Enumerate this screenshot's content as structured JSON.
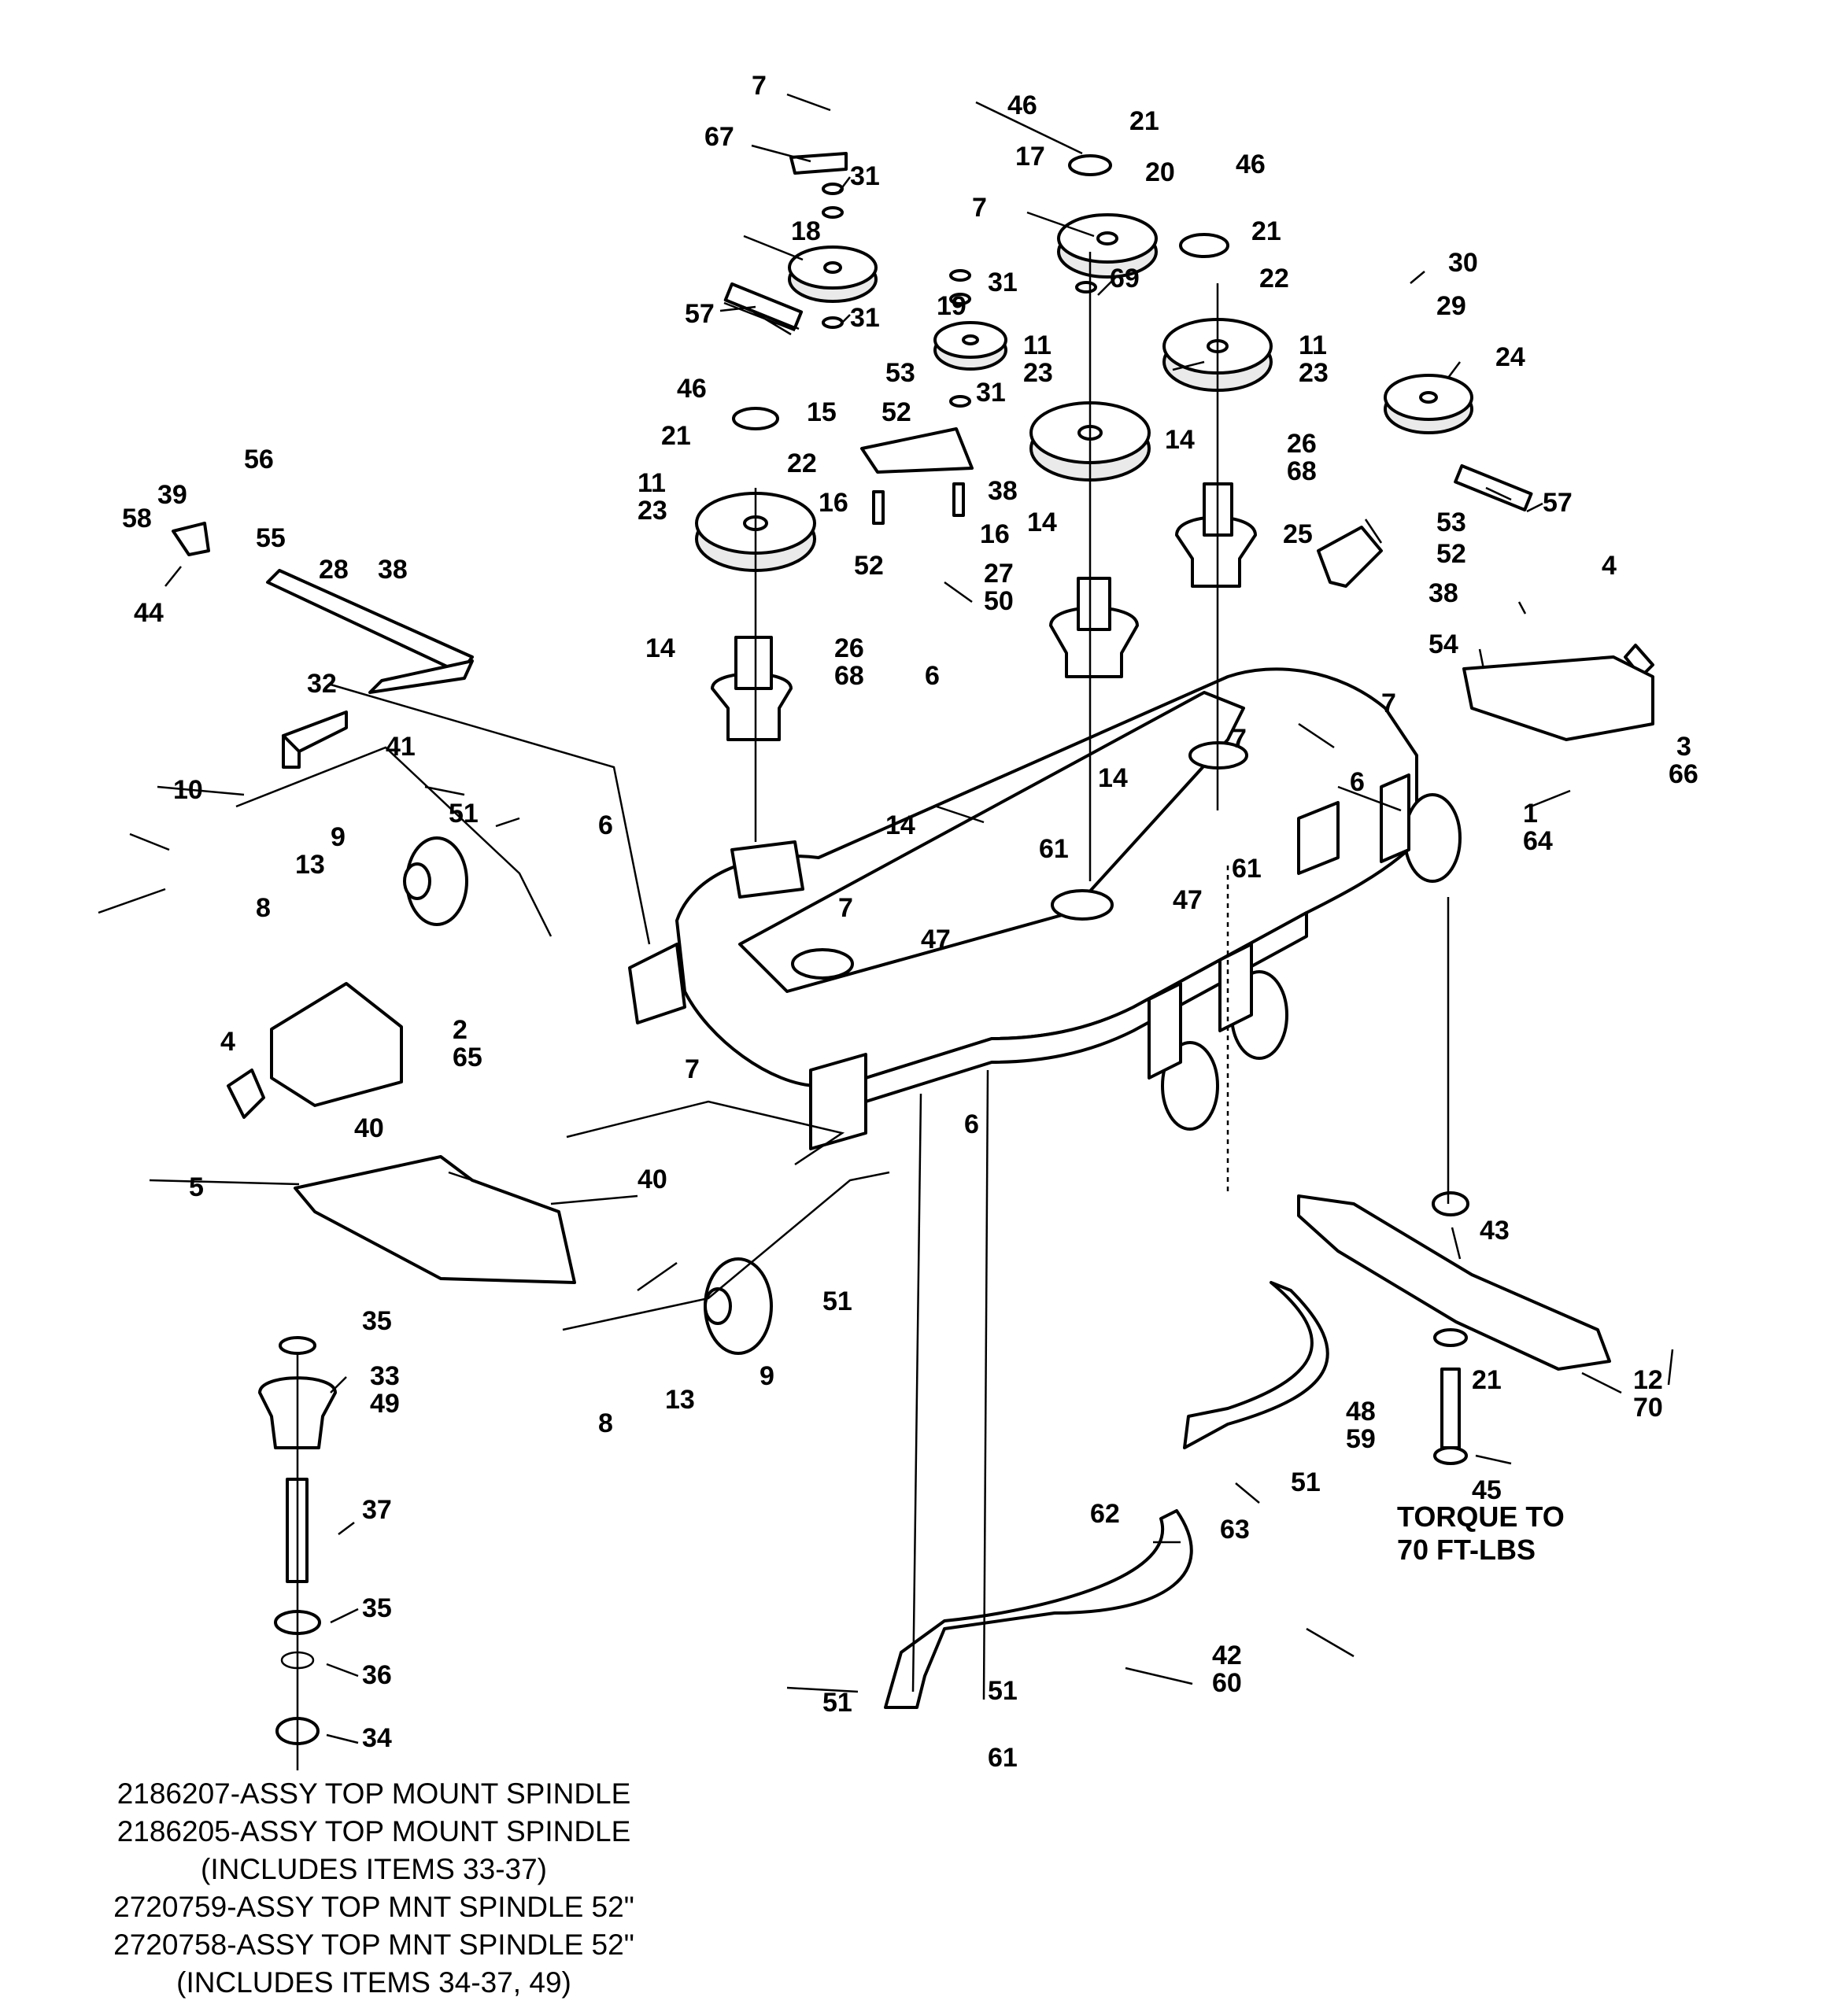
{
  "callouts": [
    "7",
    "67",
    "31",
    "18",
    "57",
    "46",
    "21",
    "22",
    "11",
    "23",
    "26",
    "68",
    "14",
    "15",
    "53",
    "52",
    "16",
    "38",
    "19",
    "17",
    "20",
    "69",
    "30",
    "29",
    "24",
    "25",
    "54",
    "4",
    "3",
    "66",
    "1",
    "64",
    "56",
    "39",
    "58",
    "44",
    "55",
    "28",
    "32",
    "41",
    "10",
    "51",
    "6",
    "9",
    "13",
    "8",
    "47",
    "61",
    "2",
    "65",
    "5",
    "40",
    "27",
    "50",
    "43",
    "12",
    "70",
    "45",
    "48",
    "59",
    "63",
    "62",
    "42",
    "60",
    "33",
    "49",
    "35",
    "37",
    "36",
    "34"
  ],
  "torque_note": {
    "line1": "TORQUE TO",
    "line2": "70 FT-LBS"
  },
  "assembly_notes": [
    "2186207-ASSY TOP MOUNT SPINDLE",
    "2186205-ASSY TOP MOUNT SPINDLE",
    "(INCLUDES ITEMS 33-37)",
    "2720759-ASSY TOP MNT SPINDLE 52\"",
    "2720758-ASSY TOP MNT SPINDLE 52\"",
    "(INCLUDES ITEMS 34-37, 49)"
  ]
}
